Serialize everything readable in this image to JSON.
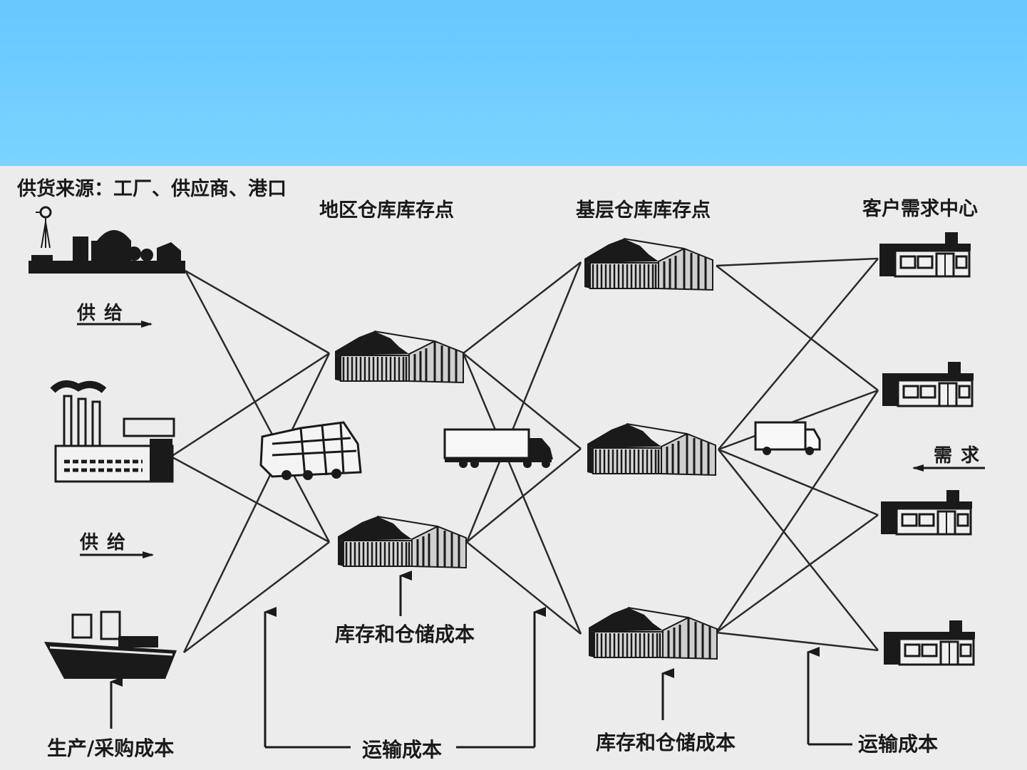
{
  "labels": {
    "source_title": "供货来源：工厂、供应商、港口",
    "regional_title": "地区仓库库存点",
    "local_title": "基层仓库库存点",
    "customer_title": "客户需求中心",
    "supply_top": "供给",
    "supply_bottom": "供给",
    "demand": "需求",
    "production_cost": "生产/采购成本",
    "inventory_cost_left": "库存和仓储成本",
    "inventory_cost_right": "库存和仓储成本",
    "transport_cost_left": "运输成本",
    "transport_cost_right": "运输成本"
  },
  "nodes": {
    "sources": [
      "farm-icon",
      "factory-icon",
      "ship-icon"
    ],
    "regional_warehouses": [
      "warehouse-icon",
      "warehouse-icon"
    ],
    "local_warehouses": [
      "warehouse-icon",
      "warehouse-icon",
      "warehouse-icon"
    ],
    "customers": [
      "store-icon",
      "store-icon",
      "store-icon",
      "store-icon"
    ],
    "vehicles": [
      "train-icon",
      "semi-truck-icon",
      "box-truck-icon"
    ]
  },
  "colors": {
    "banner": "#6fcdff",
    "background": "#ececec",
    "ink": "#1a1a1a"
  }
}
